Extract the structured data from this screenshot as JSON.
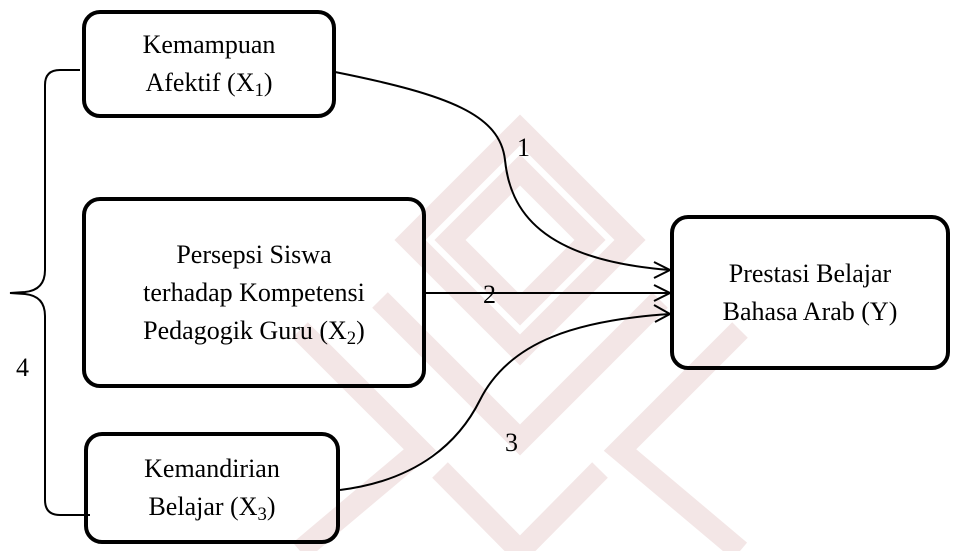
{
  "colors": {
    "stroke": "#000000",
    "background": "#ffffff",
    "watermark": "#f2e2e2"
  },
  "nodes": {
    "x1": {
      "line1": "Kemampuan",
      "line2_text": "Afektif (X",
      "line2_sub": "1",
      "line2_close": ")"
    },
    "x2": {
      "line1": "Persepsi Siswa",
      "line2": "terhadap Kompetensi",
      "line3_text": "Pedagogik Guru (X",
      "line3_sub": "2",
      "line3_close": ")"
    },
    "x3": {
      "line1": "Kemandirian",
      "line2_text": "Belajar (X",
      "line2_sub": "3",
      "line2_close": ")"
    },
    "y": {
      "line1": "Prestasi Belajar",
      "line2": "Bahasa Arab (Y)"
    }
  },
  "paths": {
    "p1": "1",
    "p2": "2",
    "p3": "3",
    "p4": "4"
  }
}
